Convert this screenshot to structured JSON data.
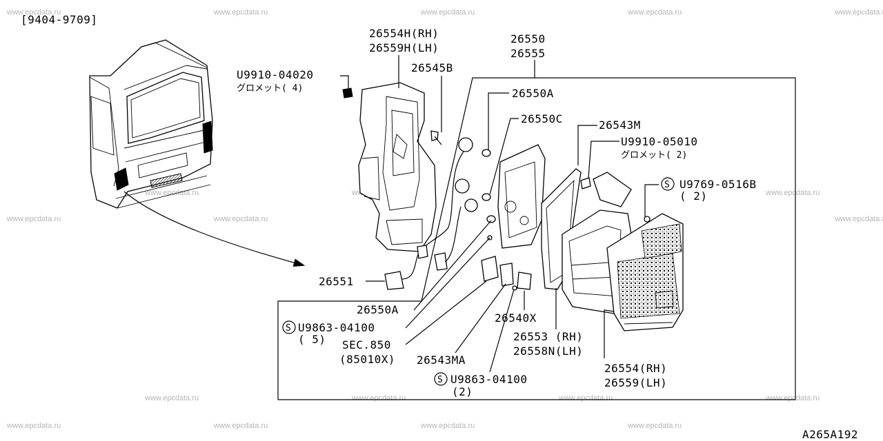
{
  "header": {
    "date_range": "[9404-9709]"
  },
  "footer": {
    "diagram_code": "A265A192"
  },
  "watermark": "www.epcdata.ru",
  "callouts": {
    "assembly_rh_lh": [
      "26550",
      "26555"
    ],
    "housing": [
      "26554H(RH)",
      "26559H(LH)"
    ],
    "screw_top": "26545B",
    "grommet_left": {
      "code": "U9910-04020",
      "note": "グロメット( 4)"
    },
    "bulb_a_top": "26550A",
    "bulb_c": "26550C",
    "bracket_m": "26543M",
    "grommet_right": {
      "code": "U9910-05010",
      "note": "グロメット( 2)"
    },
    "screw_s_top": {
      "mark": "S",
      "code": "U9769-0516B",
      "qty": "( 2)"
    },
    "harness": "26551",
    "bulb_a_bottom": "26550A",
    "screw_s_left": {
      "mark": "S",
      "code": "U9863-04100",
      "qty": "( 5)"
    },
    "section_ref": [
      "SEC.850",
      "(85010X)"
    ],
    "bracket_ma": "26543MA",
    "screw_s_bottom": {
      "mark": "S",
      "code": "U9863-04100",
      "qty": "(2)"
    },
    "socket": "26540X",
    "gasket": [
      "26553 (RH)",
      "26558N(LH)"
    ],
    "lens": [
      "26554(RH)",
      "26559(LH)"
    ]
  }
}
